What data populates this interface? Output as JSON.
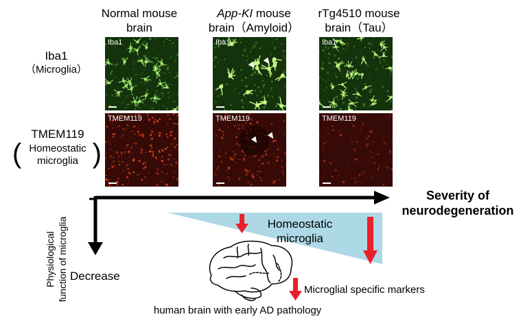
{
  "columns": [
    {
      "title_line1": "Normal mouse",
      "title_line2": "brain",
      "italic_prefix": ""
    },
    {
      "title_line1": " mouse",
      "title_line2": "brain（Amyloid）",
      "italic_prefix": "App-KI"
    },
    {
      "title_line1": "rTg4510 mouse",
      "title_line2": "brain（Tau）",
      "italic_prefix": ""
    }
  ],
  "rows": [
    {
      "label_line1": "Iba1",
      "label_line2": "（Microglia）",
      "panel_label": "Iba1",
      "panel_color": "#1a3d10"
    },
    {
      "label_line1": "TMEM119",
      "label_line2": "Homeostatic",
      "label_line3": "microglia",
      "panel_label": "TMEM119",
      "panel_color": "#3a0c08"
    }
  ],
  "axes": {
    "x_title_line1": "Severity of",
    "x_title_line2": "neurodegeneration",
    "y_title_line1": "Physiological",
    "y_title_line2": "function of microglia",
    "y_end_label": "Decrease"
  },
  "wedge": {
    "label_line1": "Homeostatic",
    "label_line2": "microglia",
    "color": "#add8e6"
  },
  "markers_label": "Microglial specific markers",
  "brain_caption": "human brain with early AD pathology",
  "colors": {
    "arrow_red": "#e8202a",
    "arrowhead_white": "#ffffff",
    "axis_black": "#000000"
  }
}
